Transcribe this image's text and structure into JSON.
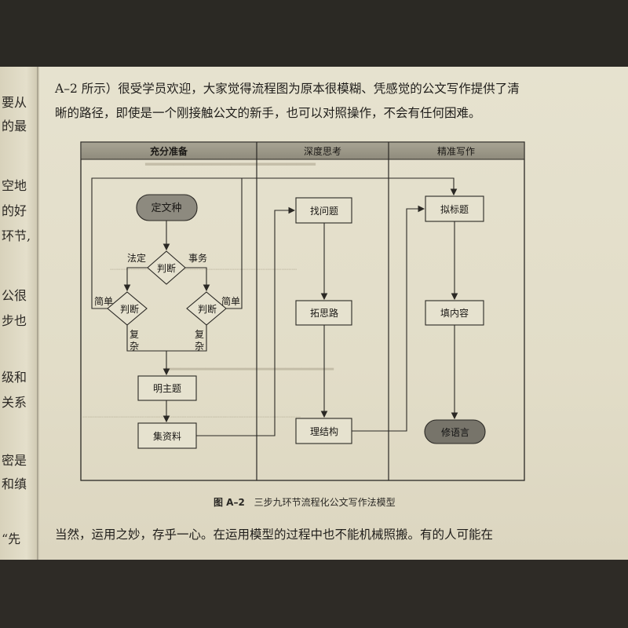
{
  "left_margin_fragments": [
    "要从",
    "的最",
    "空地",
    "的好",
    "环节,",
    "公很",
    "步也",
    "级和",
    "关系",
    "密是",
    "和缜",
    "“先"
  ],
  "body_text": {
    "line1": "A–2 所示）很受学员欢迎，大家觉得流程图为原本很模糊、凭感觉的公文写作提供了清",
    "line2": "晰的路径，即使是一个刚接触公文的新手，也可以对照操作，不会有任何困难。",
    "line3": "当然，运用之妙，存乎一心。在运用模型的过程中也不能机械照搬。有的人可能在"
  },
  "diagram": {
    "lanes": [
      "充分准备",
      "深度思考",
      "精准写作"
    ],
    "nodes": {
      "start": "定文种",
      "judge_main": "判断",
      "judge_left": "判断",
      "judge_right": "判断",
      "clarify": "明主题",
      "collect": "集资料",
      "find_problem": "找问题",
      "expand": "拓思路",
      "organize": "理结构",
      "title": "拟标题",
      "fill": "填内容",
      "polish": "修语言"
    },
    "edge_labels": {
      "legal": "法定",
      "affairs": "事务",
      "simple_left": "简单",
      "simple_right": "简单",
      "complex_left_1": "复",
      "complex_left_2": "杂",
      "complex_right_1": "复",
      "complex_right_2": "杂"
    }
  },
  "caption": {
    "figure": "图 A–2",
    "title": "三步九环节流程化公文写作法模型"
  }
}
